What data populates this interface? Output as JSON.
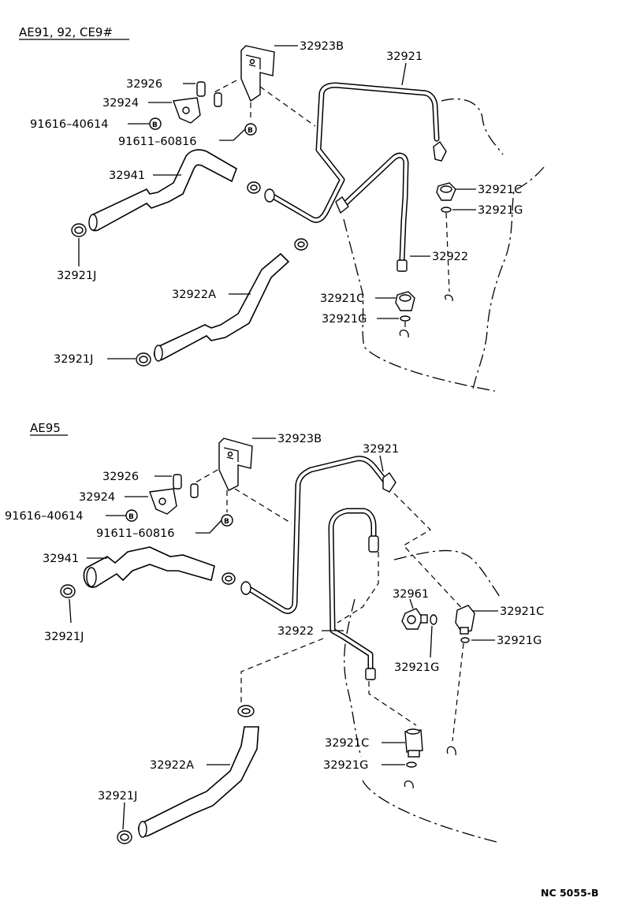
{
  "diagram": {
    "code": "NC 5055-B",
    "sections": [
      {
        "header": "AE91, 92, CE9#",
        "labels": {
          "l32923B": "32923B",
          "l32921": "32921",
          "l32926": "32926",
          "l32924": "32924",
          "l91616": "91616–40614",
          "l91611": "91611–60816",
          "l32941": "32941",
          "l32921C_a": "32921C",
          "l32921G_a": "32921G",
          "l32921J_a": "32921J",
          "l32922": "32922",
          "l32922A": "32922A",
          "l32921C_b": "32921C",
          "l32921G_b": "32921G",
          "l32921J_b": "32921J"
        }
      },
      {
        "header": "AE95",
        "labels": {
          "l32923B": "32923B",
          "l32921": "32921",
          "l32926": "32926",
          "l32924": "32924",
          "l91616": "91616–40614",
          "l91611": "91611–60816",
          "l32941": "32941",
          "l32921J_a": "32921J",
          "l32961": "32961",
          "l32921C_a": "32921C",
          "l32921G_a": "32921G",
          "l32922": "32922",
          "l32921G_b": "32921G",
          "l32922A": "32922A",
          "l32921C_b": "32921C",
          "l32921G_c": "32921G",
          "l32921J_b": "32921J"
        }
      }
    ],
    "bolt_marker": "B"
  }
}
